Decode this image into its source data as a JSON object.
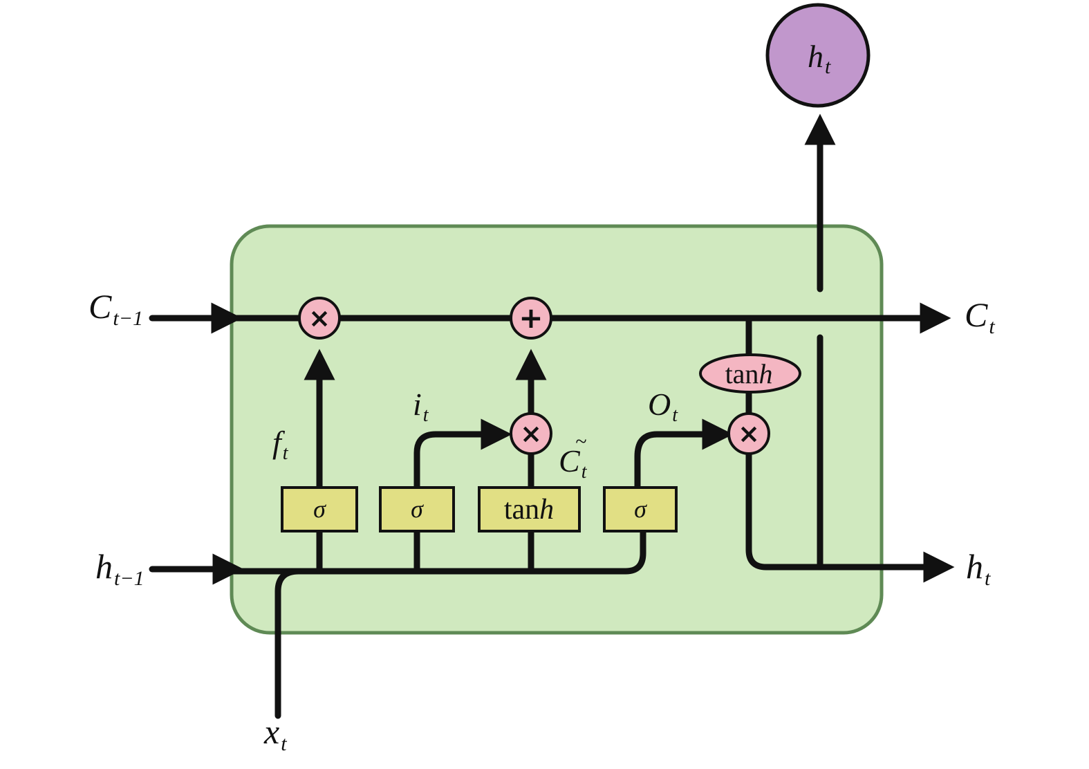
{
  "labels": {
    "c_prev_main": "C",
    "c_prev_sub": "t−1",
    "c_t_main": "C",
    "c_t_sub": "t",
    "h_prev_main": "h",
    "h_prev_sub": "t−1",
    "h_t_main": "h",
    "h_t_sub": "t",
    "h_out_main": "h",
    "h_out_sub": "t",
    "x_t_main": "x",
    "x_t_sub": "t",
    "f_t_main": "f",
    "f_t_sub": "t",
    "i_t_main": "i",
    "i_t_sub": "t",
    "o_t_main": "O",
    "o_t_sub": "t",
    "c_tilde_main": "C",
    "c_tilde_tilde": "~",
    "c_tilde_sub": "t"
  },
  "gates": {
    "forget_sigma": "σ",
    "input_sigma": "σ",
    "candidate_tanh_a": "tan",
    "candidate_tanh_b": "h",
    "output_sigma": "σ"
  },
  "ops": {
    "multiply": "×",
    "add": "+",
    "cell_tanh_a": "tan",
    "cell_tanh_b": "h"
  },
  "colors": {
    "cell_fill": "#d0e9bf",
    "cell_border": "#5f8a55",
    "gate_fill": "#e1df84",
    "op_fill": "#f4b6c2",
    "output_fill": "#c197cc",
    "line": "#111111"
  }
}
